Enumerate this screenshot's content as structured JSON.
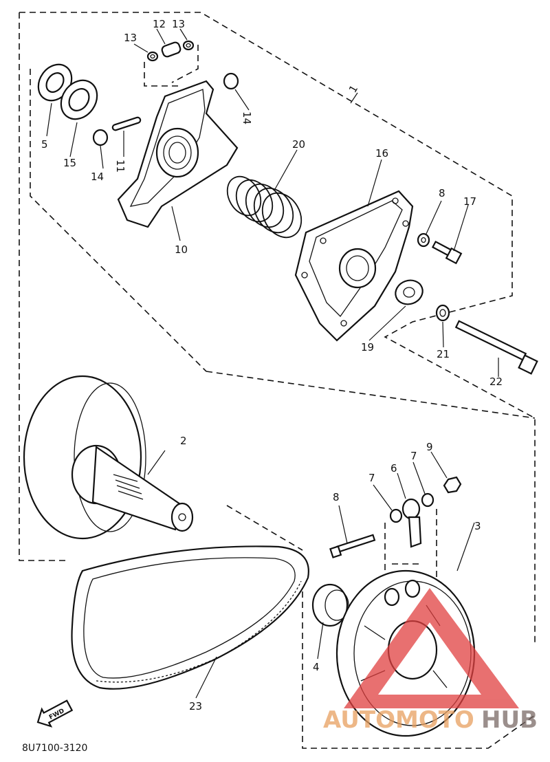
{
  "labels": {
    "p1": "1",
    "p2": "2",
    "p3": "3",
    "p4": "4",
    "p5": "5",
    "p6": "6",
    "p7a": "7",
    "p7b": "7",
    "p8a": "8",
    "p8b": "8",
    "p9": "9",
    "p10": "10",
    "p11": "11",
    "p12": "12",
    "p13a": "13",
    "p13b": "13",
    "p14a": "14",
    "p14b": "14",
    "p15": "15",
    "p16": "16",
    "p17": "17",
    "p19": "19",
    "p20": "20",
    "p21": "21",
    "p22": "22",
    "p23": "23"
  },
  "fwd_label": "FWD",
  "drawing_code": "8U7100-3120",
  "watermark": {
    "part1": "AUTO",
    "part2": "MOTO",
    "part3": "HUB",
    "color_main": "#e8a060",
    "color_hub": "#7a6a66",
    "logo_color": "#e04040"
  }
}
